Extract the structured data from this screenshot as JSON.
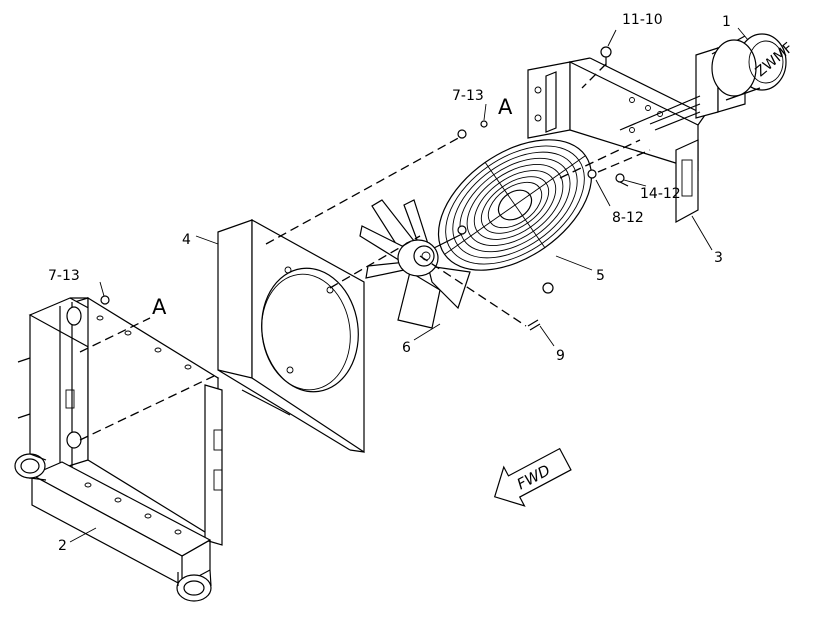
{
  "callouts": {
    "c1": "1",
    "c11_10": "11-10",
    "c7_13_top": "7-13",
    "cA_top": "A",
    "c4": "4",
    "c8_12": "8-12",
    "c14_12": "14-12",
    "c3": "3",
    "c5": "5",
    "c7_13_left": "7-13",
    "cA_left": "A",
    "c6": "6",
    "c9": "9",
    "c2": "2"
  },
  "arrow": {
    "text": "FWD"
  },
  "motor": {
    "text": "ZWMF"
  }
}
